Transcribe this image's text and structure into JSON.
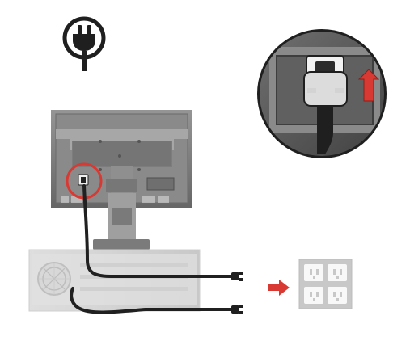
{
  "diagram": {
    "type": "installation-illustration",
    "subject": "monitor-power-cable-connection",
    "visible_text": [],
    "colors": {
      "background": "#ffffff",
      "dark": "#1f1f1f",
      "monitor_body": "#7e7e7e",
      "monitor_shadow": "#4f4f4f",
      "monitor_light": "#b9b9b9",
      "cable": "#202020",
      "accent_red": "#d83a33",
      "outlet_gray": "#c9c9c9",
      "outlet_light": "#f6f6f6",
      "pc_body": "#d8d8d8"
    },
    "icons": [
      "power-plug-icon",
      "zoomed-power-connector-callout",
      "red-up-arrow-icon",
      "red-right-arrow-icon",
      "wall-outlet-icon"
    ]
  }
}
